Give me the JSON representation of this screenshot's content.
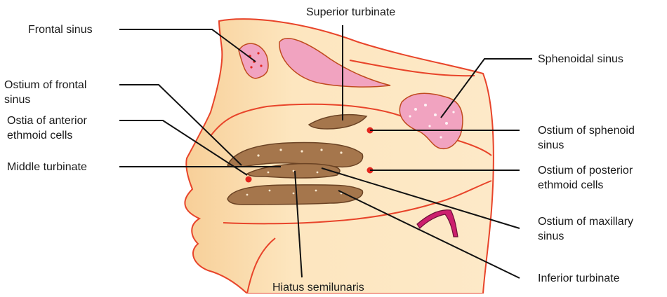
{
  "colors": {
    "skin_fill": "#fce2b6",
    "skin_dark": "#f5c98d",
    "outline_red": "#e8442a",
    "sinus_pink": "#f1a3c0",
    "turbinate_brown": "#a5764c",
    "dot_red": "#e3261e",
    "leader_black": "#111111",
    "magenta": "#cc1f6e"
  },
  "labels": {
    "frontal_sinus": "Frontal sinus",
    "ostium_frontal": [
      "Ostium of frontal",
      "sinus"
    ],
    "ostia_anterior": [
      "Ostia of anterior",
      "ethmoid cells"
    ],
    "middle_turbinate": "Middle turbinate",
    "superior_turbinate": "Superior turbinate",
    "hiatus_semilunaris": "Hiatus semilunaris",
    "sphenoidal_sinus": "Sphenoidal sinus",
    "ostium_sphenoid": [
      "Ostium of sphenoid",
      "sinus"
    ],
    "ostium_posterior": [
      "Ostium of posterior",
      "ethmoid cells"
    ],
    "ostium_maxillary": [
      "Ostium of maxillary",
      "sinus"
    ],
    "inferior_turbinate": "Inferior turbinate"
  }
}
